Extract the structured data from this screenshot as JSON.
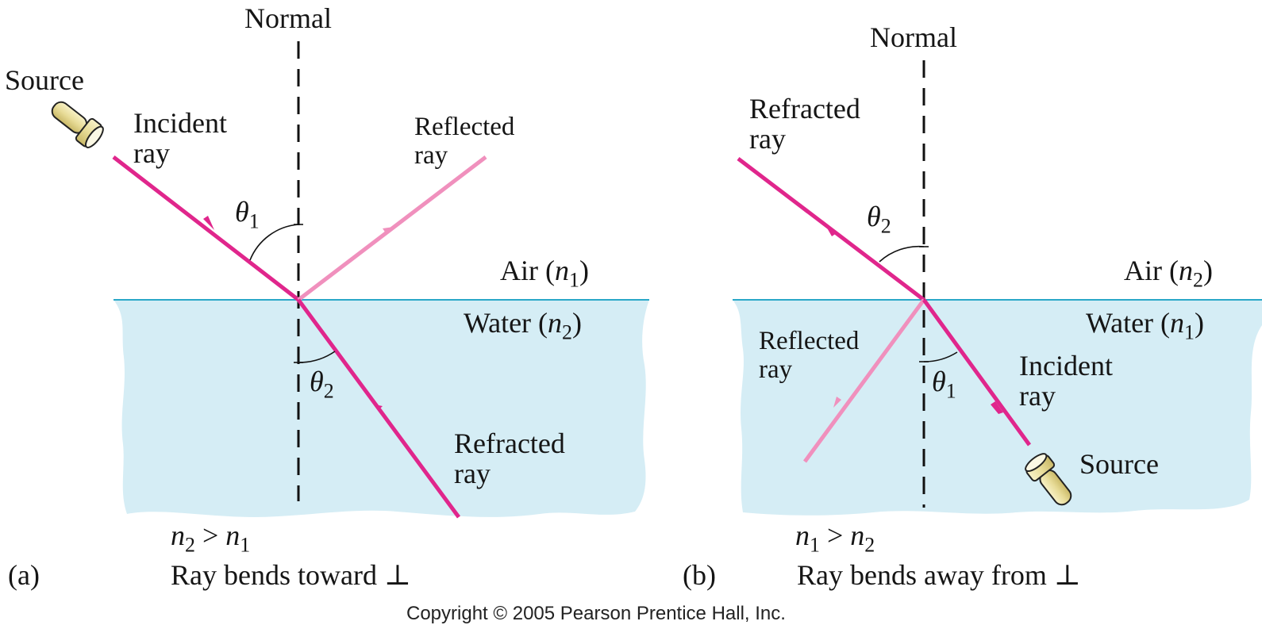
{
  "figure": {
    "colors": {
      "water_fill": "#d5edf5",
      "surface_line": "#2aa8c8",
      "ray_main": "#e0268c",
      "ray_reflected": "#f090bd",
      "normal_line": "#111111",
      "source_body": "#ece3a4"
    },
    "panel_a": {
      "tag": "(a)",
      "normal_label": "Normal",
      "source_label": "Source",
      "incident_label": [
        "Incident",
        "ray"
      ],
      "reflected_label": [
        "Reflected",
        "ray"
      ],
      "refracted_label": [
        "Refracted",
        "ray"
      ],
      "angle_incident": {
        "symbol": "θ",
        "sub": "1"
      },
      "angle_refracted": {
        "symbol": "θ",
        "sub": "2"
      },
      "upper_medium": {
        "name": "Air (",
        "n": "n",
        "sub": "1",
        "close": ")"
      },
      "lower_medium": {
        "name": "Water (",
        "n": "n",
        "sub": "2",
        "close": ")"
      },
      "relation": {
        "a": "n",
        "a_sub": "2",
        "op": " > ",
        "b": "n",
        "b_sub": "1"
      },
      "caption": "Ray bends toward ⊥"
    },
    "panel_b": {
      "tag": "(b)",
      "normal_label": "Normal",
      "source_label": "Source",
      "incident_label": [
        "Incident",
        "ray"
      ],
      "reflected_label": [
        "Reflected",
        "ray"
      ],
      "refracted_label": [
        "Refracted",
        "ray"
      ],
      "angle_incident": {
        "symbol": "θ",
        "sub": "1"
      },
      "angle_refracted": {
        "symbol": "θ",
        "sub": "2"
      },
      "upper_medium": {
        "name": "Air (",
        "n": "n",
        "sub": "2",
        "close": ")"
      },
      "lower_medium": {
        "name": "Water (",
        "n": "n",
        "sub": "1",
        "close": ")"
      },
      "relation": {
        "a": "n",
        "a_sub": "1",
        "op": " > ",
        "b": "n",
        "b_sub": "2"
      },
      "caption": "Ray bends away from ⊥"
    },
    "copyright": "Copyright © 2005 Pearson Prentice Hall, Inc."
  }
}
